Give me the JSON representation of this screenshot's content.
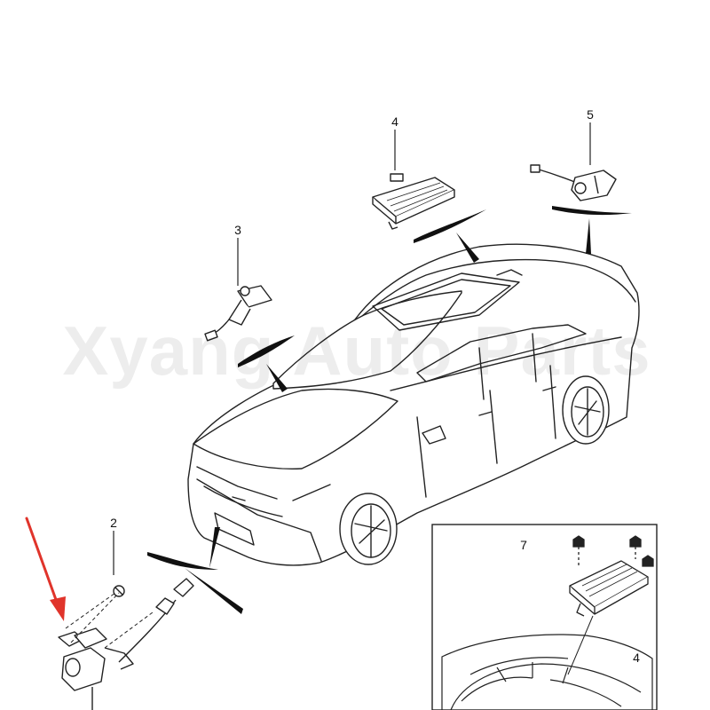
{
  "callouts": {
    "label_2": "2",
    "label_3": "3",
    "label_4_top": "4",
    "label_5": "5",
    "label_7": "7",
    "label_4_inset": "4"
  },
  "watermark": {
    "text": "Xyang Auto Parts"
  },
  "colors": {
    "line": "#222222",
    "arrow": "#e0342b",
    "watermark": "rgba(0,0,0,0.07)",
    "background": "#ffffff"
  },
  "icons": {
    "pointer": "red-arrow-icon"
  }
}
